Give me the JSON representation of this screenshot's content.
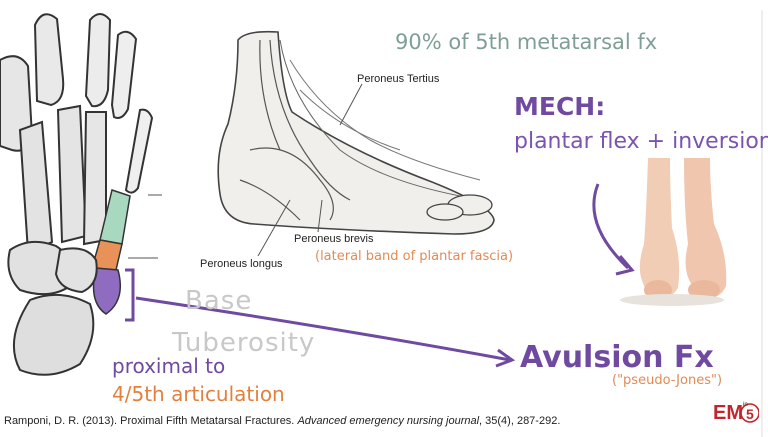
{
  "header": {
    "stat": "90% of 5th metatarsal fx"
  },
  "mechanism": {
    "title": "MECH:",
    "description": "plantar flex + inversion"
  },
  "anatomy_labels": {
    "peroneus_tertius": "Peroneus Tertius",
    "peroneus_brevis": "Peroneus brevis",
    "peroneus_longus": "Peroneus longus",
    "plantar_fascia": "(lateral band of plantar fascia)",
    "base": "Base",
    "tuberosity": "Tuberosity"
  },
  "location": {
    "line1": "proximal to",
    "line2": "4/5th articulation"
  },
  "fracture": {
    "name": "Avulsion Fx",
    "alias": "(\"pseudo-Jones\")"
  },
  "citation": {
    "authors": "Ramponi, D. R. (2013). Proximal Fifth Metatarsal Fractures. ",
    "journal": "Advanced emergency nursing journal",
    "details": ", 35(4), 287-292."
  },
  "logo": {
    "main": "EM",
    "sup": "in",
    "num": "5"
  },
  "colors": {
    "purple": "#6f4aa0",
    "orange": "#e2813f",
    "teal": "#7f9f96",
    "logo_red": "#c0262d"
  }
}
